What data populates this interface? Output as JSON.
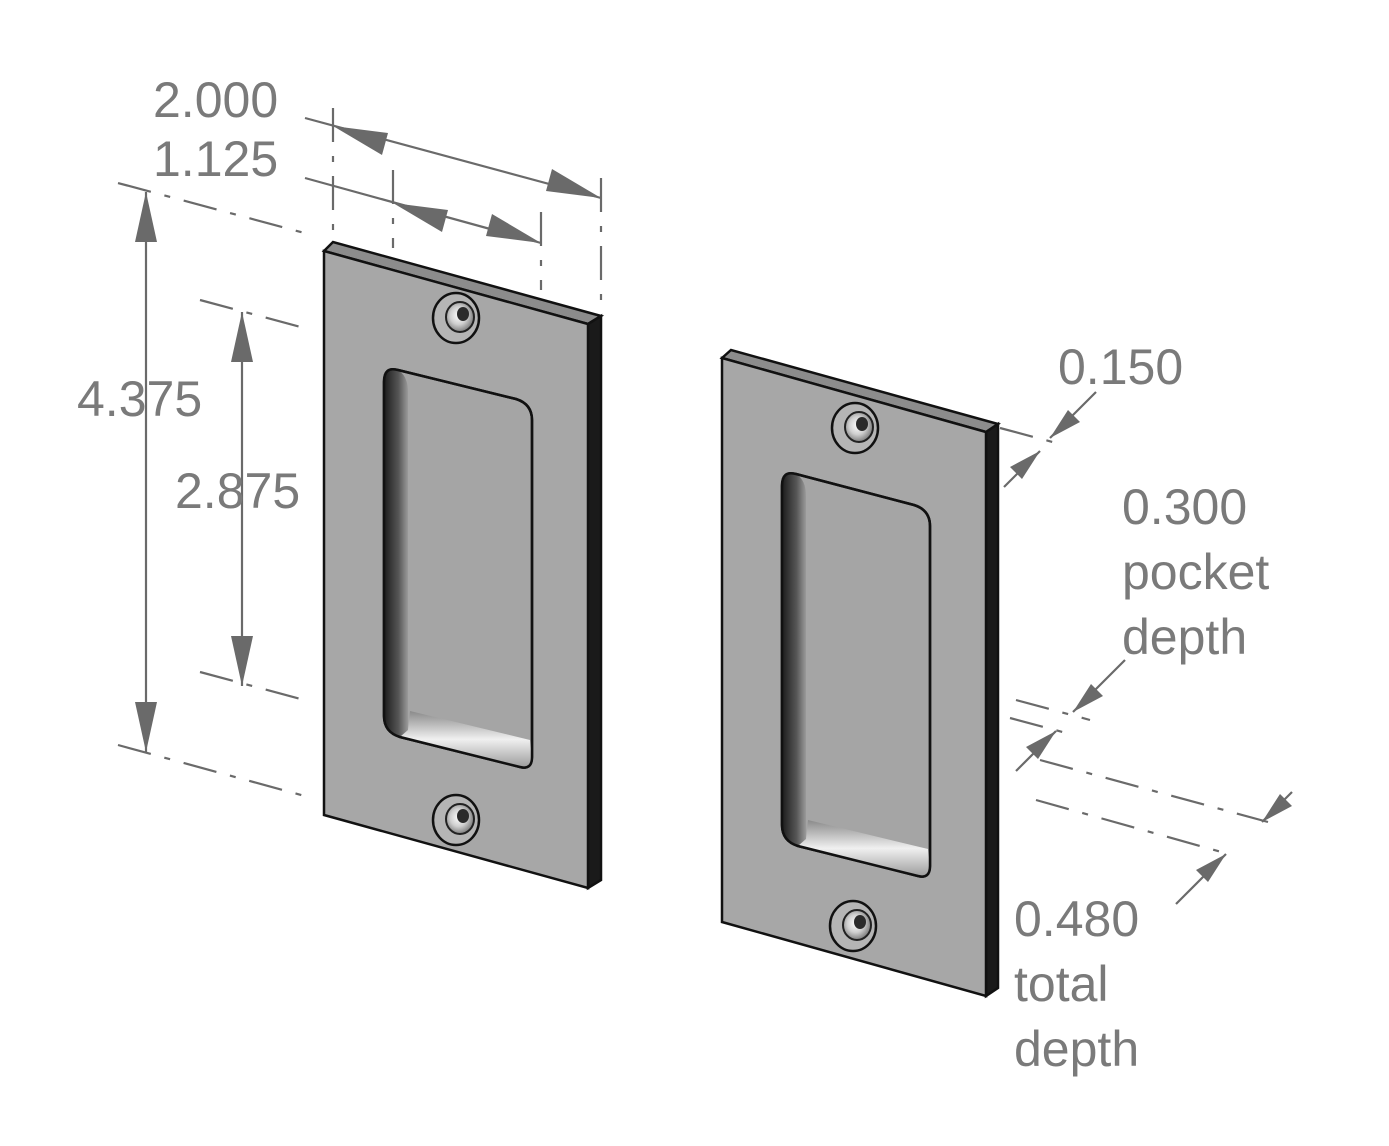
{
  "dimensions": {
    "width_overall": "2.000",
    "width_pocket": "1.125",
    "height_overall": "4.375",
    "height_pocket": "2.875",
    "plate_thickness": "0.150",
    "pocket_depth_value": "0.300",
    "pocket_depth_label_1": "pocket",
    "pocket_depth_label_2": "depth",
    "total_depth_value": "0.480",
    "total_depth_label_1": "total",
    "total_depth_label_2": "depth"
  },
  "colors": {
    "plate_face": "#a7a7a7",
    "plate_edge": "#1a1a1a",
    "dimension": "#7a7a7a"
  }
}
